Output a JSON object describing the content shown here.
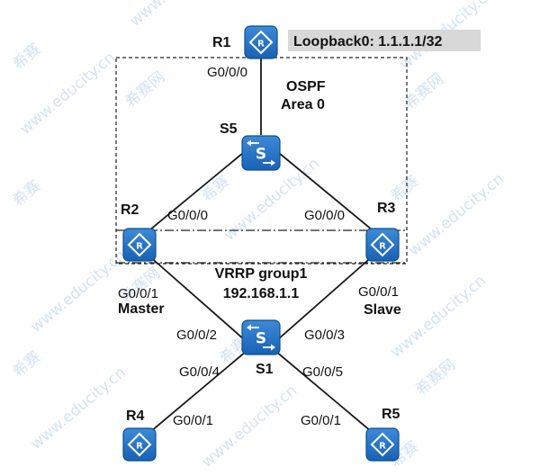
{
  "devices": {
    "r1": {
      "label": "R1",
      "kind": "router"
    },
    "r2": {
      "label": "R2",
      "kind": "router"
    },
    "r3": {
      "label": "R3",
      "kind": "router"
    },
    "r4": {
      "label": "R4",
      "kind": "router"
    },
    "r5": {
      "label": "R5",
      "kind": "router"
    },
    "s5": {
      "label": "S5",
      "kind": "switch"
    },
    "s1": {
      "label": "S1",
      "kind": "switch"
    }
  },
  "loopback_label": "Loopback0: 1.1.1.1/32",
  "ospf": {
    "line1": "OSPF",
    "line2": "Area 0"
  },
  "vrrp": {
    "line1": "VRRP group1",
    "line2": "192.168.1.1"
  },
  "roles": {
    "master": "Master",
    "slave": "Slave"
  },
  "interfaces": {
    "r1_down": "G0/0/0",
    "r2_up": "G0/0/0",
    "r3_up": "G0/0/0",
    "r2_down": "G0/0/1",
    "r3_down": "G0/0/1",
    "s1_p2": "G0/0/2",
    "s1_p3": "G0/0/3",
    "s1_p4": "G0/0/4",
    "s1_p5": "G0/0/5",
    "r4_if": "G0/0/1",
    "r5_if": "G0/0/1"
  },
  "watermark": {
    "cn": "希赛",
    "site": "www.educity.cn",
    "net": "希赛网"
  },
  "colors": {
    "device": "#1f6fc0",
    "device_border": "#0d4f92",
    "line": "#1a1a1a",
    "loopback_bg": "#d8d8d8"
  }
}
